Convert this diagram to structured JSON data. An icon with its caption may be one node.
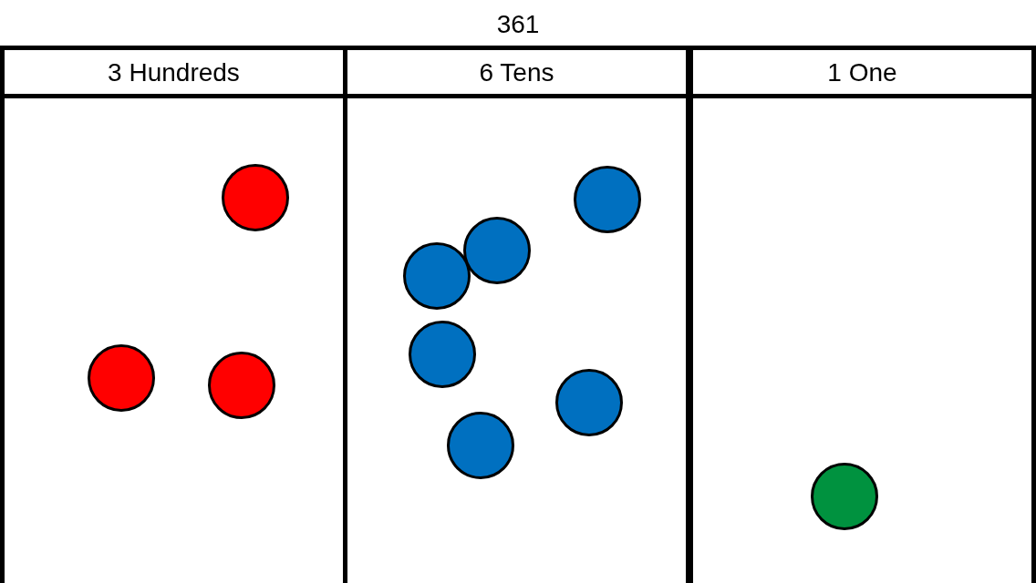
{
  "diagram": {
    "title": "361",
    "nodes": [
      {
        "text": [
          "3 Hundreds"
        ]
      },
      {
        "text": [
          "6 Tens"
        ]
      },
      {
        "text": [
          "1 One"
        ]
      },
      {
        "text": [],
        "shape": "circle",
        "in": 0
      },
      {
        "text": [],
        "shape": "circle",
        "in": 0
      },
      {
        "text": [],
        "shape": "circle",
        "in": 0
      },
      {
        "text": [],
        "shape": "circle",
        "in": 1
      },
      {
        "text": [],
        "shape": "circle",
        "in": 1
      },
      {
        "text": [],
        "shape": "circle",
        "in": 1
      },
      {
        "text": [],
        "shape": "circle",
        "in": 1
      },
      {
        "text": [],
        "shape": "circle",
        "in": 1
      },
      {
        "text": [],
        "shape": "circle",
        "in": 1
      },
      {
        "text": [],
        "shape": "circle",
        "in": 2
      }
    ],
    "edges": []
  }
}
